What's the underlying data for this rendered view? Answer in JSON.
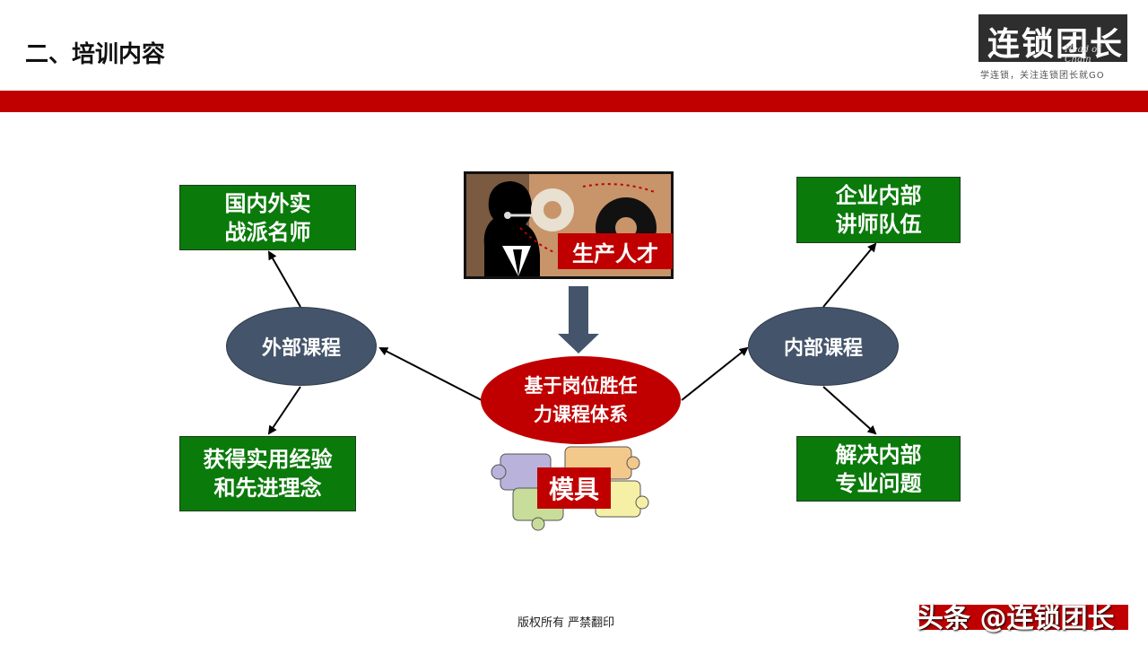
{
  "header": {
    "title": "二、培训内容",
    "logo_main": "连锁团长",
    "logo_sub": "Head of Chain",
    "logo_tagline": "学连锁，关注连锁团长就GO"
  },
  "diagram": {
    "center": "基于岗位胜任力课程体系",
    "center_line1": "基于岗位胜任",
    "center_line2": "力课程体系",
    "top_label": "生产人才",
    "bottom_label": "模具",
    "left_node": "外部课程",
    "right_node": "内部课程",
    "left_top_line1": "国内外实",
    "left_top_line2": "战派名师",
    "left_bottom_line1": "获得实用经验",
    "left_bottom_line2": "和先进理念",
    "right_top_line1": "企业内部",
    "right_top_line2": "讲师队伍",
    "right_bottom_line1": "解决内部",
    "right_bottom_line2": "专业问题"
  },
  "footer": {
    "copyright": "版权所有  严禁翻印",
    "watermark": "头条 @连锁团长"
  },
  "colors": {
    "accent_red": "#c00000",
    "box_green": "#0a7a0a",
    "node_navy": "#44546a",
    "arrow_slate": "#44546a"
  }
}
